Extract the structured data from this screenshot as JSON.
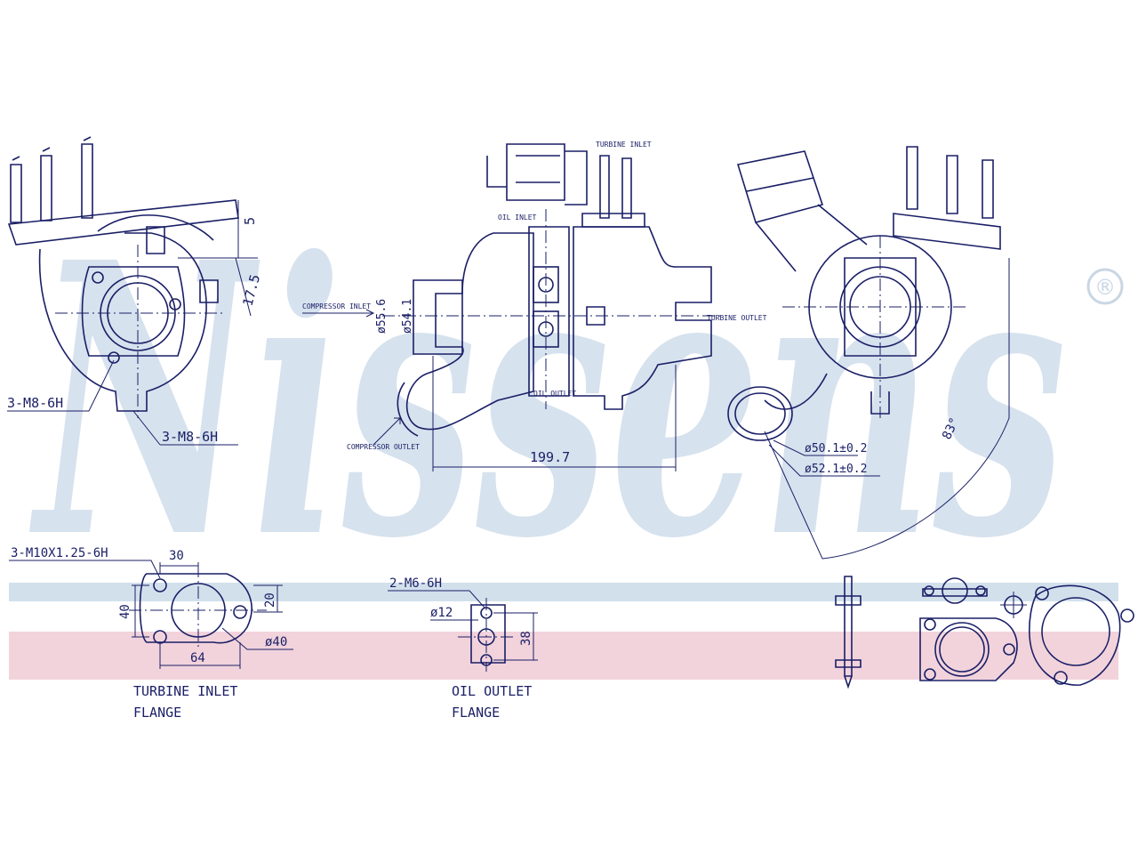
{
  "brand": {
    "watermark_text": "Nissens",
    "registered_mark": "®",
    "colors": {
      "watermark_blue": "#d6e2ee",
      "band_blue": "#d2e0ec",
      "band_pink": "#f2d3dc",
      "line_ink": "#1a1f66"
    }
  },
  "left_view": {
    "dim_top": "5",
    "dim_side": "17.5",
    "thread_label_1": "3-M8-6H",
    "thread_label_2": "3-M8-6H"
  },
  "center_view": {
    "compressor_inlet": "COMPRESSOR INLET",
    "oil_inlet": "OIL INLET",
    "turbine_inlet": "TURBINE INLET",
    "turbine_outlet": "TURBINE OUTLET",
    "oil_outlet": "OIL OUTLET",
    "compressor_outlet": "COMPRESSOR OUTLET",
    "dia_outer": "ø55.6",
    "dia_inner": "ø54.1",
    "length": "199.7"
  },
  "right_view": {
    "dia_1": "ø50.1±0.2",
    "dia_2": "ø52.1±0.2",
    "angle": "83°"
  },
  "turbine_flange": {
    "thread_label": "3-M10X1.25-6H",
    "dim_30": "30",
    "dim_20": "20",
    "dim_40": "40",
    "dim_64": "64",
    "dia_40": "ø40",
    "caption_line1": "TURBINE INLET",
    "caption_line2": "FLANGE"
  },
  "oil_flange": {
    "thread_label": "2-M6-6H",
    "dia_12": "ø12",
    "dim_38": "38",
    "caption_line1": "OIL OUTLET",
    "caption_line2": "FLANGE"
  }
}
